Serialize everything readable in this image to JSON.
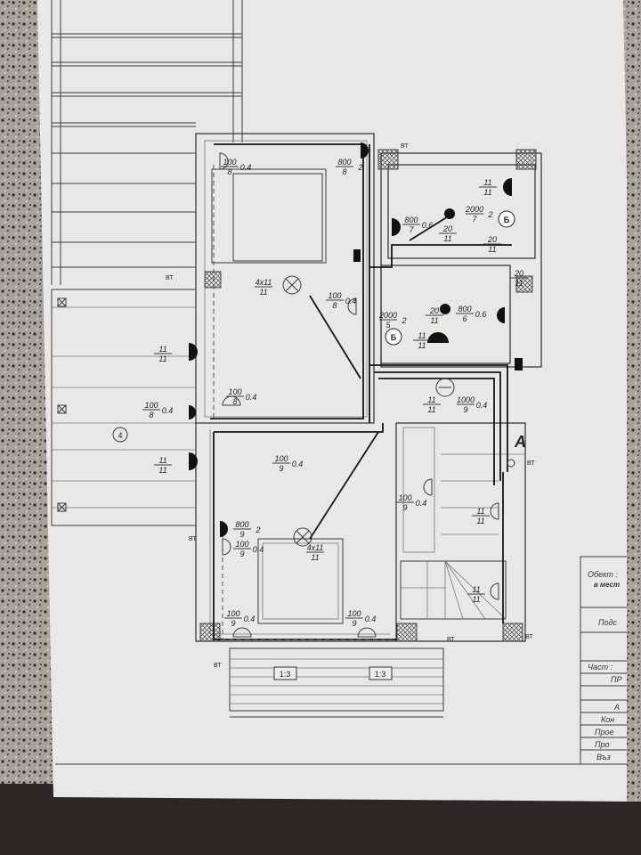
{
  "drawing": {
    "fixtures": [
      {
        "n": "100",
        "d": "8",
        "s": "0.4"
      },
      {
        "n": "800",
        "d": "8",
        "s": "2"
      },
      {
        "n": "11",
        "d": "11",
        "s": ""
      },
      {
        "n": "800",
        "d": "7",
        "s": "0.6"
      },
      {
        "n": "20",
        "d": "11",
        "s": ""
      },
      {
        "n": "2000",
        "d": "7",
        "s": "2"
      },
      {
        "n": "20",
        "d": "11",
        "s": ""
      },
      {
        "n": "4x11",
        "d": "11",
        "s": ""
      },
      {
        "n": "100",
        "d": "8",
        "s": "0.4"
      },
      {
        "n": "20",
        "d": "11",
        "s": ""
      },
      {
        "n": "20",
        "d": "11",
        "s": ""
      },
      {
        "n": "800",
        "d": "6",
        "s": "0.6"
      },
      {
        "n": "2000",
        "d": "5",
        "s": "2"
      },
      {
        "n": "11",
        "d": "11",
        "s": ""
      },
      {
        "n": "11",
        "d": "11",
        "s": ""
      },
      {
        "n": "100",
        "d": "8",
        "s": "0.4"
      },
      {
        "n": "100",
        "d": "8",
        "s": "0.4"
      },
      {
        "n": "11",
        "d": "11",
        "s": ""
      },
      {
        "n": "1000",
        "d": "9",
        "s": "0.4"
      },
      {
        "n": "11",
        "d": "11",
        "s": ""
      },
      {
        "n": "100",
        "d": "9",
        "s": "0.4"
      },
      {
        "n": "100",
        "d": "9",
        "s": "0.4"
      },
      {
        "n": "11",
        "d": "11",
        "s": ""
      },
      {
        "n": "800",
        "d": "9",
        "s": "2"
      },
      {
        "n": "100",
        "d": "9",
        "s": "0.4"
      },
      {
        "n": "4x11",
        "d": "11",
        "s": ""
      },
      {
        "n": "11",
        "d": "11",
        "s": ""
      },
      {
        "n": "100",
        "d": "9",
        "s": "0.4"
      },
      {
        "n": "100",
        "d": "9",
        "s": "0.4"
      }
    ],
    "boiler_label": "Б",
    "panel_label": "A",
    "room_number": "4",
    "stair_ratio": "1:3",
    "bt_label": "ВТ"
  },
  "title_block": {
    "object": "Обект :",
    "location": "в мест",
    "subtitle": "Подс",
    "part": "Част :",
    "part_value": "ПР",
    "rows": [
      "А",
      "Кон",
      "Прое",
      "Про",
      "Въз"
    ]
  },
  "colors": {
    "paper": "#e9e8e6",
    "ink": "#1e1e1e",
    "granite": "#8a8580",
    "table": "#2a2725"
  }
}
